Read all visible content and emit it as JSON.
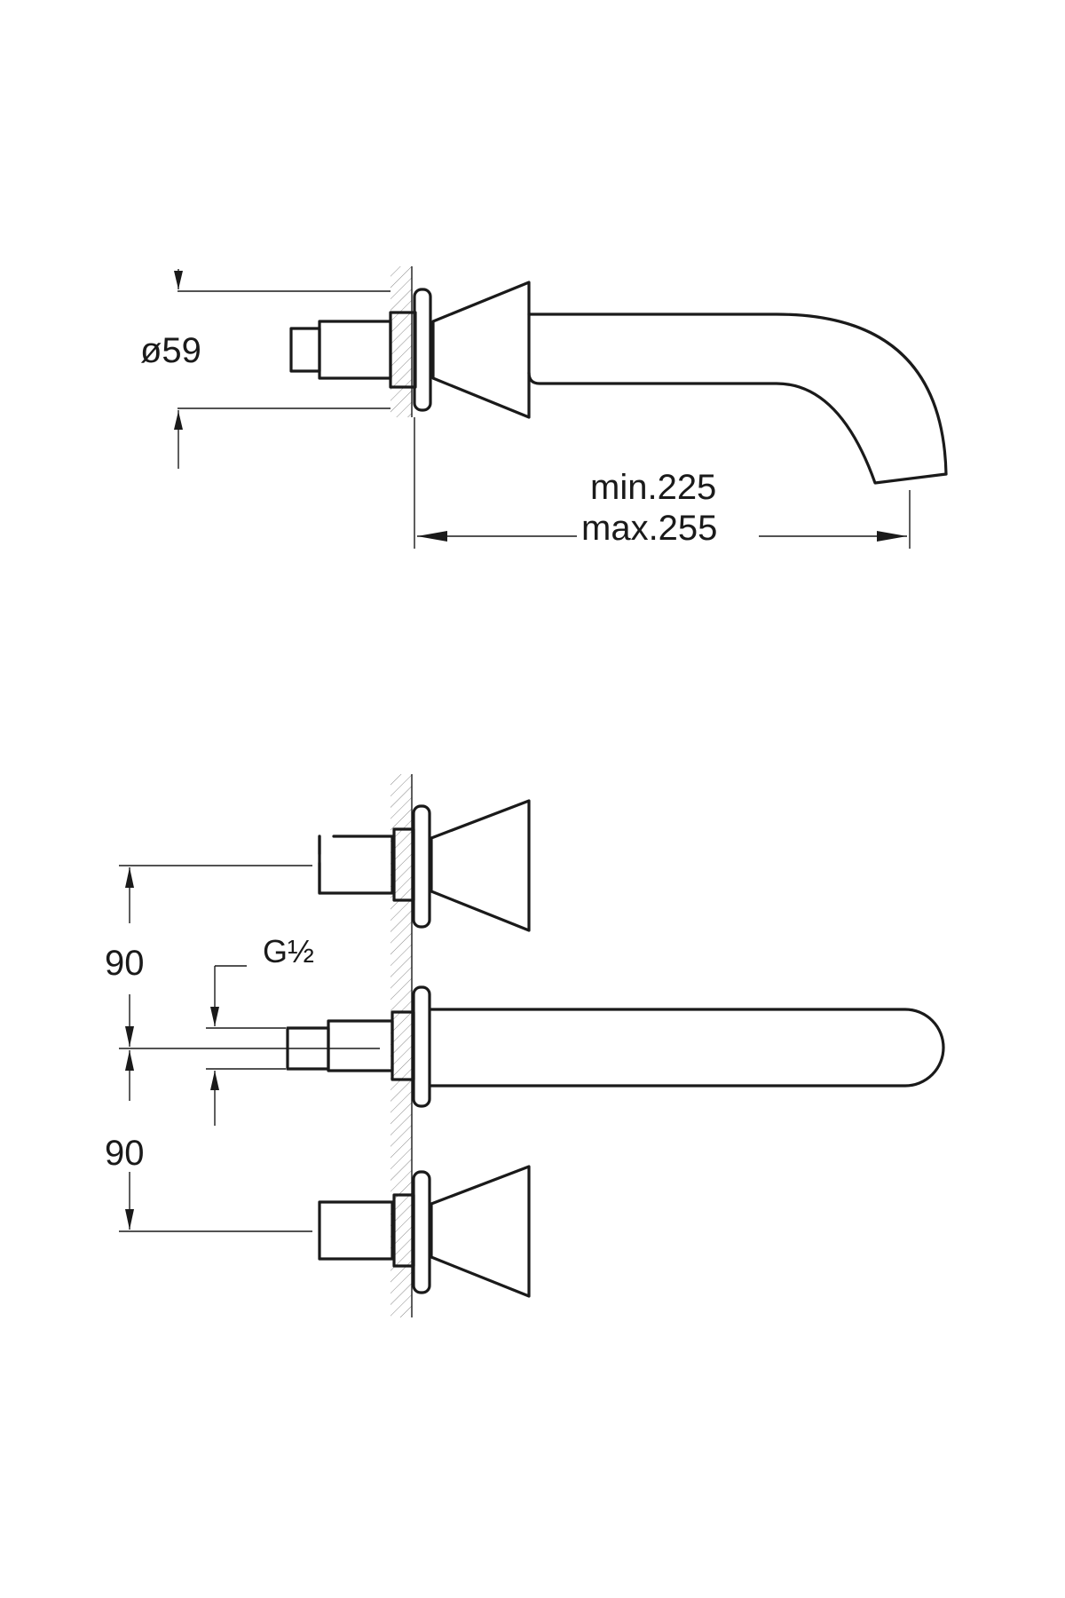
{
  "top_view": {
    "diameter_label": "ø59",
    "length_min_label": "min.225",
    "length_max_label": "max.255"
  },
  "front_view": {
    "spacing_upper_label": "90",
    "spacing_lower_label": "90",
    "thread_label": "G½"
  }
}
